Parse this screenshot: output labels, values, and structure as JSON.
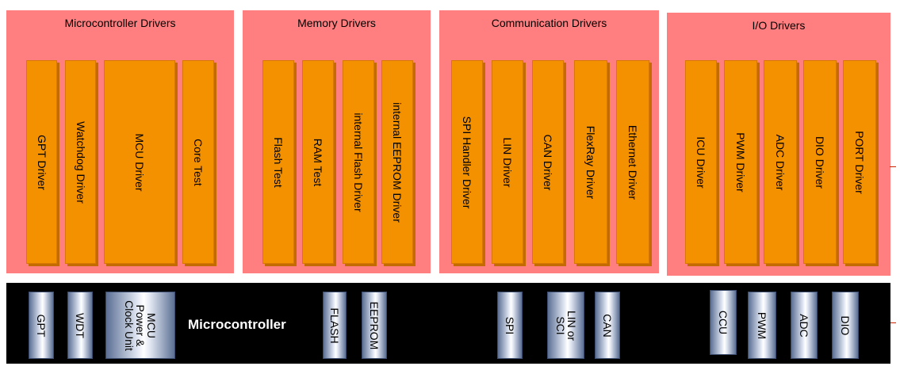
{
  "groups": {
    "microcontroller": {
      "title": "Microcontroller Drivers",
      "drivers": [
        "GPT Driver",
        "Watchdog Driver",
        "MCU Driver",
        "Core Test"
      ]
    },
    "memory": {
      "title": "Memory Drivers",
      "drivers": [
        "Flash Test",
        "RAM Test",
        "internal Flash Driver",
        "internal EEPROM Driver"
      ]
    },
    "communication": {
      "title": "Communication Drivers",
      "drivers": [
        "SPI Handler Driver",
        "LIN Driver",
        "CAN Driver",
        "FlexRay Driver",
        "Ethernet Driver"
      ]
    },
    "io": {
      "title": "I/O Drivers",
      "drivers": [
        "ICU Driver",
        "PWM Driver",
        "ADC Driver",
        "DIO Driver",
        "PORT Driver"
      ]
    }
  },
  "hardware": {
    "label": "Microcontroller",
    "modules": [
      "GPT",
      "WDT",
      "MCU\nPower &\nClock Unit",
      "FLASH",
      "EEPROM",
      "SPI",
      "LIN or\nSCI",
      "CAN",
      "CCU",
      "PWM",
      "ADC",
      "DIO"
    ]
  },
  "colors": {
    "group_fill": "#ff7f80",
    "driver_fill": "#f49100",
    "hardware_bar": "#000000",
    "module_fill": "#c9d2e4"
  }
}
